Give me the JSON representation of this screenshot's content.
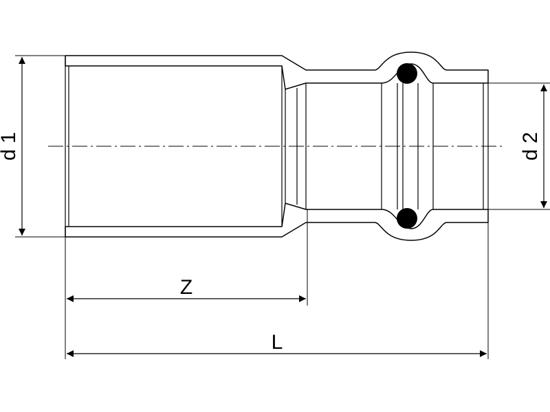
{
  "dimensions": {
    "d1": "d 1",
    "d2": "d 2",
    "z": "Z",
    "l": "L"
  },
  "colors": {
    "stroke": "#000000",
    "background": "#ffffff",
    "seal": "#000000"
  }
}
